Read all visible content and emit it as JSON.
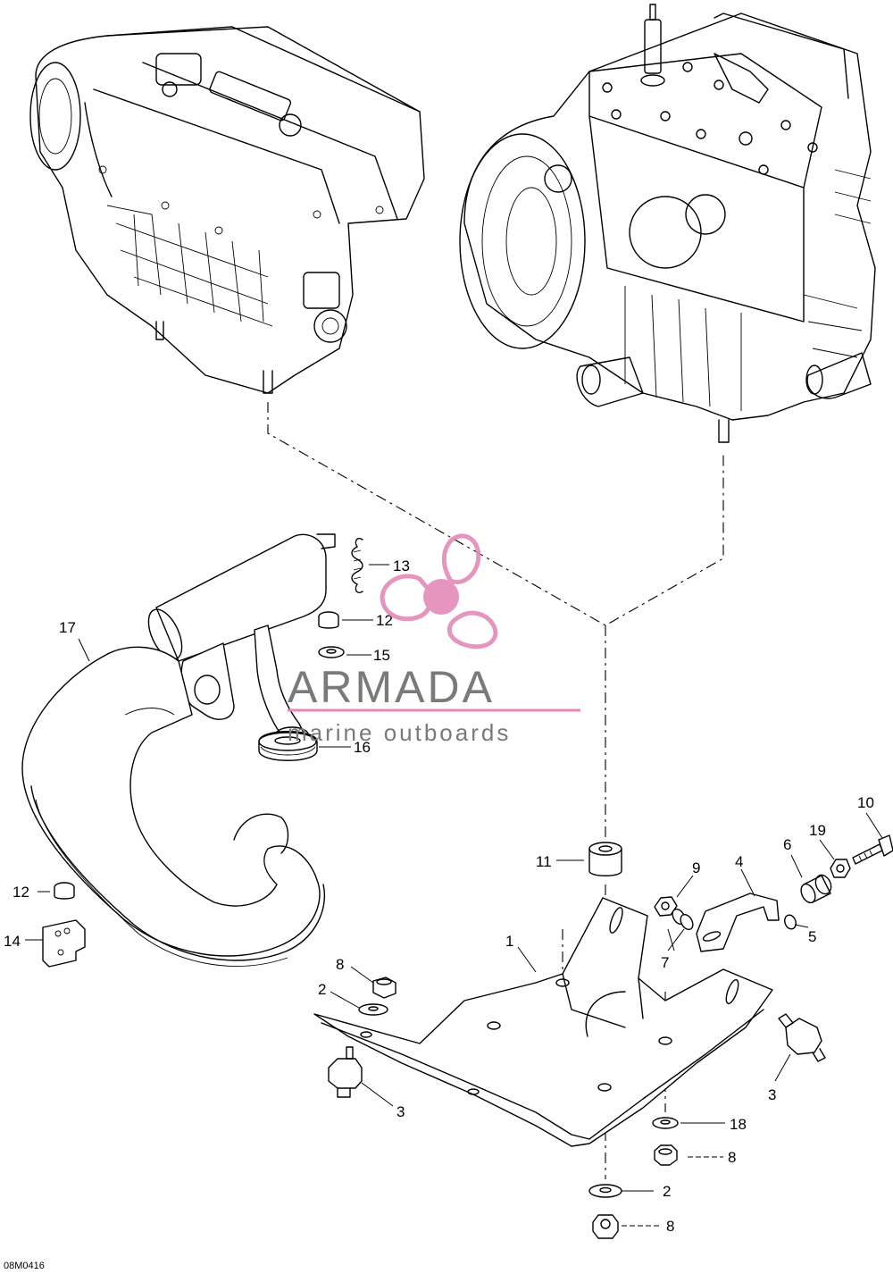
{
  "diagram": {
    "code": "08M0416",
    "callouts": [
      {
        "id": "c17",
        "label": "17"
      },
      {
        "id": "c13",
        "label": "13"
      },
      {
        "id": "c12a",
        "label": "12"
      },
      {
        "id": "c15",
        "label": "15"
      },
      {
        "id": "c16",
        "label": "16"
      },
      {
        "id": "c12b",
        "label": "12"
      },
      {
        "id": "c14",
        "label": "14"
      },
      {
        "id": "c11",
        "label": "11"
      },
      {
        "id": "c9",
        "label": "9"
      },
      {
        "id": "c4",
        "label": "4"
      },
      {
        "id": "c6",
        "label": "6"
      },
      {
        "id": "c19",
        "label": "19"
      },
      {
        "id": "c10",
        "label": "10"
      },
      {
        "id": "c5",
        "label": "5"
      },
      {
        "id": "c7",
        "label": "7"
      },
      {
        "id": "c1",
        "label": "1"
      },
      {
        "id": "c8a",
        "label": "8"
      },
      {
        "id": "c2a",
        "label": "2"
      },
      {
        "id": "c3a",
        "label": "3"
      },
      {
        "id": "c3b",
        "label": "3"
      },
      {
        "id": "c18",
        "label": "18"
      },
      {
        "id": "c8b",
        "label": "8"
      },
      {
        "id": "c2b",
        "label": "2"
      },
      {
        "id": "c8c",
        "label": "8"
      }
    ]
  },
  "watermark": {
    "brand": "ARMADA",
    "tagline": "marine outboards",
    "text_color": "#7a7a7a",
    "accent_color": "#e48ab8",
    "icon": "propeller-icon"
  }
}
